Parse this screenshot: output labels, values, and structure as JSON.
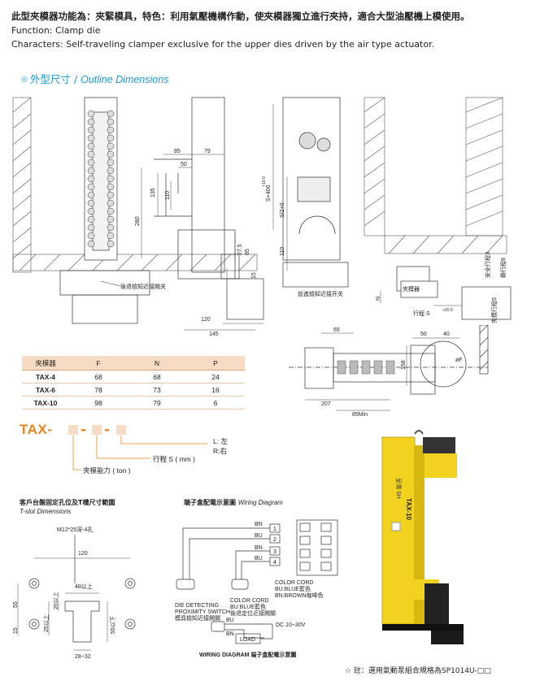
{
  "header": {
    "line_zh": "此型夾模器功能為：夾緊模具，特色：利用氣壓機構作動，使夾模器獨立進行夾持，適合大型油壓機上模使用。",
    "line_function": "Function: Clamp die",
    "line_characters": "Characters: Self-traveling clamper exclusive for the upper dies driven by the air type actuator."
  },
  "section": {
    "bullet": "◎",
    "title_zh": "外型尺寸",
    "separator": "/",
    "title_en": "Outline Dimensions"
  },
  "front_view": {
    "dims": {
      "d85": "85",
      "d79": "79",
      "d50": "50",
      "d135": "135",
      "d110": "110",
      "d280": "280",
      "d27_5": "27.5",
      "d85b": "85",
      "d15": "15",
      "d120": "120",
      "d145": "145"
    },
    "label_rear_sensor": "後退檢知近接開关"
  },
  "side_view": {
    "dims": {
      "s400": "S+400",
      "s400_tol": "+10  0",
      "s2": "S/2+0",
      "d110": "110",
      "n": "N",
      "stroke": "行程 S",
      "stroke_tol": "+20  0"
    },
    "label_front_sensor": "前進檢知近接开关",
    "label_clamper": "夾模器",
    "label_safety_stroke": "安全行程3",
    "label_lock_stroke": "鎖行程8",
    "label_clamp_stroke": "夾模行程5"
  },
  "top_view": {
    "dims": {
      "d65": "65",
      "d50": "50",
      "d40": "40",
      "d158": "158",
      "phi_f": "øF",
      "d207": "207",
      "d85min": "85Min"
    }
  },
  "spec_table": {
    "headers": [
      "夾模器",
      "F",
      "N",
      "P"
    ],
    "rows": [
      [
        "TAX-4",
        "68",
        "68",
        "24"
      ],
      [
        "TAX-6",
        "78",
        "73",
        "16"
      ],
      [
        "TAX-10",
        "98",
        "79",
        "6"
      ]
    ]
  },
  "model_code": {
    "prefix": "TAX",
    "dash": "-",
    "dir_label_l": "L: 左",
    "dir_label_r": "R:右",
    "stroke_label": "行程 S ( mm )",
    "capacity_label": "夾模能力 ( ton )"
  },
  "tslot": {
    "title_zh": "客戶台盤固定孔位及T槽尺寸範圍",
    "title_en": "T-slot Dimensions",
    "holes_label": "M12*25深-4孔",
    "d120": "120",
    "d48": "48以上",
    "d55": "55",
    "d15": "15",
    "d25up": "25以上",
    "d20up": "20以上",
    "d55down": "55以下",
    "d28_32": "28~32"
  },
  "wiring": {
    "title_zh": "端子盒配電示意圖",
    "title_en": "Wiring Diagram",
    "terminals": [
      "1",
      "2",
      "3",
      "4"
    ],
    "wire_labels": [
      "BN",
      "BU",
      "BN",
      "BU"
    ],
    "color_cord_1": "COLOR CORD",
    "color_cord_1_bu": "BU:BLUE藍色",
    "color_cord_1_bn": "BN:BROWN咖啡色",
    "die_detect_1": "DIE DETECTING",
    "die_detect_2": "PROXIMITY SWITCH",
    "die_detect_3": "模具檢知近接開關",
    "color_cord_2": "COLOR CORD",
    "color_cord_2_bu": "BU:BLUE藍色",
    "color_cord_2_zh": "後退定位近接開關",
    "bu": "BU",
    "bn": "BN",
    "dc": "DC 10~30V",
    "load": "LOAD",
    "footer": "WIRING DIAGRAM  端子盒配電示意圖"
  },
  "product_photo": {
    "brand_text": "呈鴻 SH",
    "model_text": "TAX-10"
  },
  "footnote": "☆ 註：選用氣動泵組合規格為SP1014U-□□",
  "colors": {
    "accent_blue": "#1a9ad6",
    "accent_orange": "#e9851c",
    "table_header": "#f6dcc4",
    "product_yellow": "#f2d21e"
  }
}
